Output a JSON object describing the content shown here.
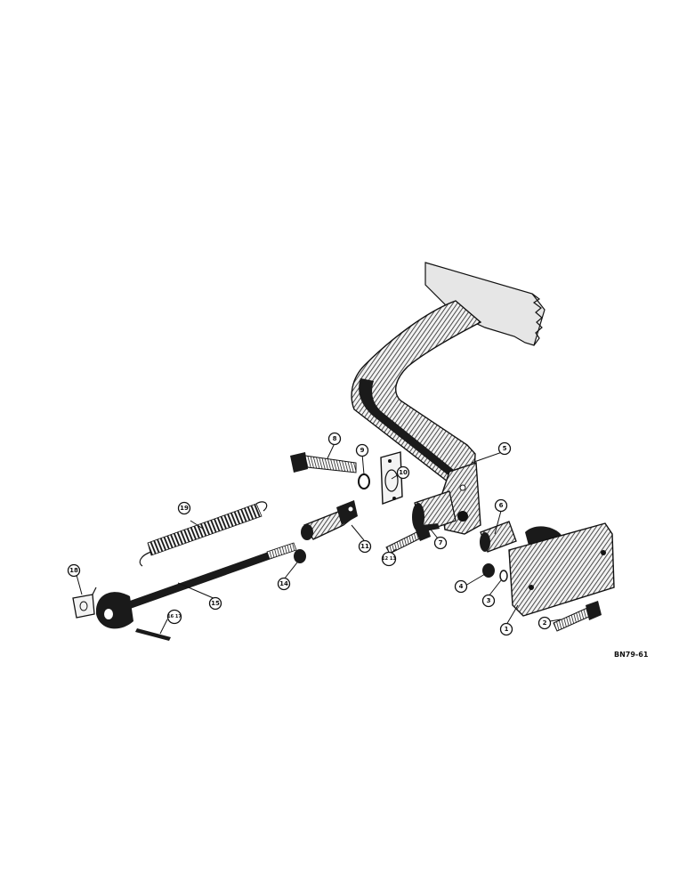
{
  "diagram": {
    "callouts": [
      {
        "id": "c1",
        "label": "1"
      },
      {
        "id": "c2",
        "label": "2"
      },
      {
        "id": "c3",
        "label": "3"
      },
      {
        "id": "c4",
        "label": "4"
      },
      {
        "id": "c5",
        "label": "5"
      },
      {
        "id": "c6",
        "label": "6"
      },
      {
        "id": "c7",
        "label": "7"
      },
      {
        "id": "c8",
        "label": "8"
      },
      {
        "id": "c9",
        "label": "9"
      },
      {
        "id": "c10",
        "label": "10"
      },
      {
        "id": "c11",
        "label": "11"
      },
      {
        "id": "c12",
        "label": "12 13"
      },
      {
        "id": "c14",
        "label": "14"
      },
      {
        "id": "c15",
        "label": "15"
      },
      {
        "id": "c16",
        "label": "16 17"
      },
      {
        "id": "c18",
        "label": "18"
      },
      {
        "id": "c19",
        "label": "19"
      }
    ],
    "code": "BN79-61"
  }
}
